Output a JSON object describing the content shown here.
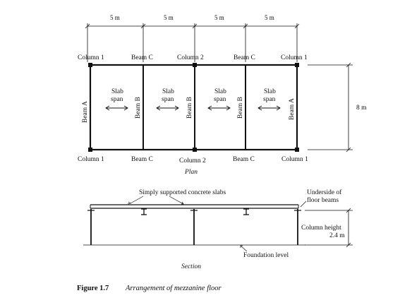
{
  "plan": {
    "dims": [
      "5 m",
      "5 m",
      "5 m",
      "5 m"
    ],
    "height_dim": "8 m",
    "top_labels": [
      "Column 1",
      "Beam C",
      "Column 2",
      "Beam C",
      "Column 1"
    ],
    "bottom_labels": [
      "Column 1",
      "Beam C",
      "Column 2",
      "Beam C",
      "Column 1"
    ],
    "beam_a": "Beam A",
    "beam_b": "Beam B",
    "slab_word": "Slab",
    "span_word": "span",
    "view_title": "Plan"
  },
  "section": {
    "slabs_label": "Simply supported concrete slabs",
    "underside_line1": "Underside of",
    "underside_line2": "floor beams",
    "col_height_line1": "Column height",
    "col_height_line2": "2.4 m",
    "foundation": "Foundation level",
    "view_title": "Section"
  },
  "caption": {
    "label": "Figure 1.7",
    "text": "Arrangement of mezzanine floor"
  }
}
